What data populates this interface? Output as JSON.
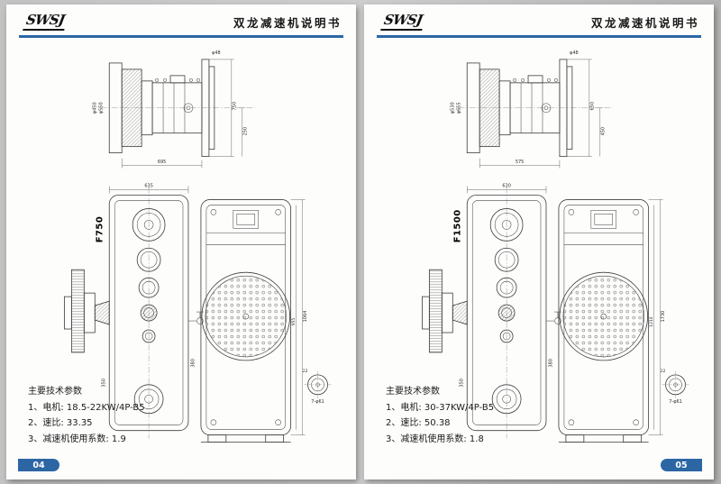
{
  "window": {
    "background_color": "#c6c6c6",
    "accent_color": "#2c66a5"
  },
  "pages": [
    {
      "header": {
        "logo": "SWSJ",
        "title": "双龙减速机说明书"
      },
      "model": "F750",
      "params": {
        "title": "主要技术参数",
        "lines": [
          "1、电机: 18.5-22KW/4P-B5",
          "2、速比: 33.35",
          "3、减速机使用系数: 1.9"
        ]
      },
      "page_number": "04",
      "diagram": {
        "dims": {
          "side_dia_outer": "φ550",
          "side_dia_inner": "φ450",
          "side_h1": "750",
          "side_h2": "250",
          "side_top": "φ48",
          "side_w": "695",
          "plan_w": "635",
          "plan_left": "350",
          "plan_right": "380",
          "front_h_outer": "1064",
          "front_h_inner": "955",
          "detail_label": "7-φ61",
          "detail_dim": "22"
        }
      }
    },
    {
      "header": {
        "logo": "SWSJ",
        "title": "双龙减速机说明书"
      },
      "model": "F1500",
      "params": {
        "title": "主要技术参数",
        "lines": [
          "1、电机: 30-37KW/4P-B5",
          "2、速比: 50.38",
          "3、减速机使用系数: 1.8"
        ]
      },
      "page_number": "05",
      "diagram": {
        "dims": {
          "side_dia_outer": "φ655",
          "side_dia_inner": "φ530",
          "side_h1": "650",
          "side_h2": "450",
          "side_top": "φ48",
          "side_w": "575",
          "plan_w": "630",
          "plan_left": "350",
          "plan_right": "380",
          "front_h_outer": "1730",
          "front_h_inner": "1210",
          "detail_label": "7-φ61",
          "detail_dim": "22"
        }
      }
    }
  ]
}
